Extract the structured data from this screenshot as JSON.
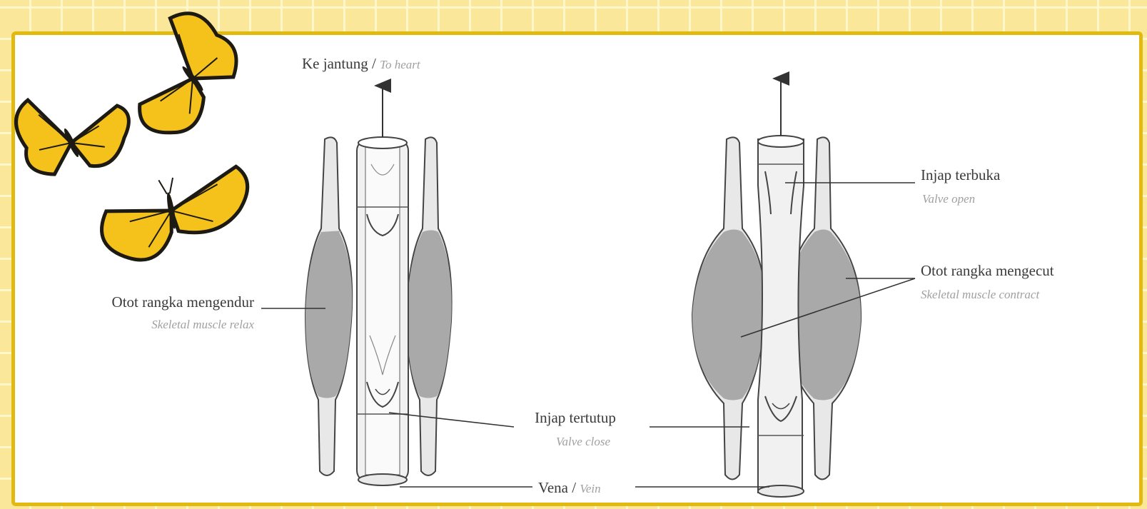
{
  "labels": {
    "to_heart_main": "Ke jantung",
    "to_heart_sep": " / ",
    "to_heart_en": "To heart",
    "relax_main": "Otot rangka mengendur",
    "relax_en": "Skeletal muscle relax",
    "valve_close_main": "Injap tertutup",
    "valve_close_en": "Valve close",
    "vein_main": "Vena",
    "vein_sep": " / ",
    "vein_en": "Vein",
    "valve_open_main": "Injap terbuka",
    "valve_open_en": "Valve open",
    "contract_main": "Otot rangka mengecut",
    "contract_en": "Skeletal muscle contract"
  },
  "colors": {
    "background": "#fbe79a",
    "grid_line": "#fff6c9",
    "frame_border": "#e2b90f",
    "panel": "#ffffff",
    "muscle_shade": "#a9a9a9",
    "muscle_light": "#e6e6e6",
    "butterfly_yellow": "#f4c21b",
    "butterfly_black": "#1d1a14"
  },
  "icons": [
    "monarch-butterfly-icon",
    "arrow-up-icon"
  ]
}
